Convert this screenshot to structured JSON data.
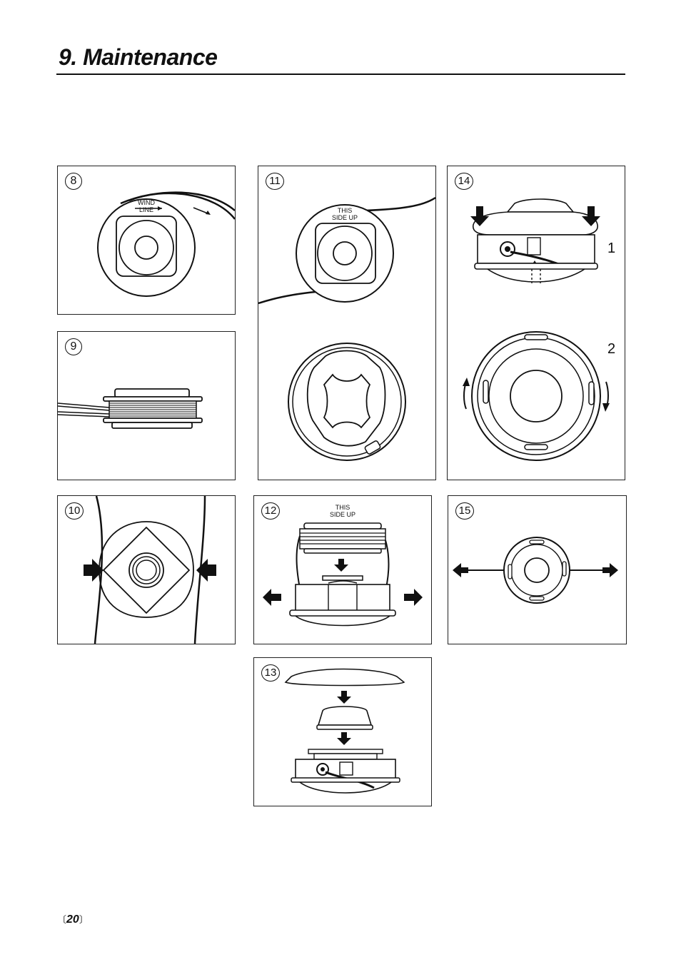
{
  "header": {
    "title": "9. Maintenance"
  },
  "panels": {
    "p8": {
      "number": "8",
      "label_line1": "WIND",
      "label_line2": "LINE"
    },
    "p9": {
      "number": "9"
    },
    "p10": {
      "number": "10"
    },
    "p11": {
      "number": "11",
      "label_line1": "THIS",
      "label_line2": "SIDE UP"
    },
    "p12": {
      "number": "12",
      "label_line1": "THIS",
      "label_line2": "SIDE UP"
    },
    "p13": {
      "number": "13"
    },
    "p14": {
      "number": "14",
      "sub1": "1",
      "sub2": "2"
    },
    "p15": {
      "number": "15"
    }
  },
  "footer": {
    "page_number": "20",
    "bracket_left": "〔",
    "bracket_right": "〕"
  }
}
